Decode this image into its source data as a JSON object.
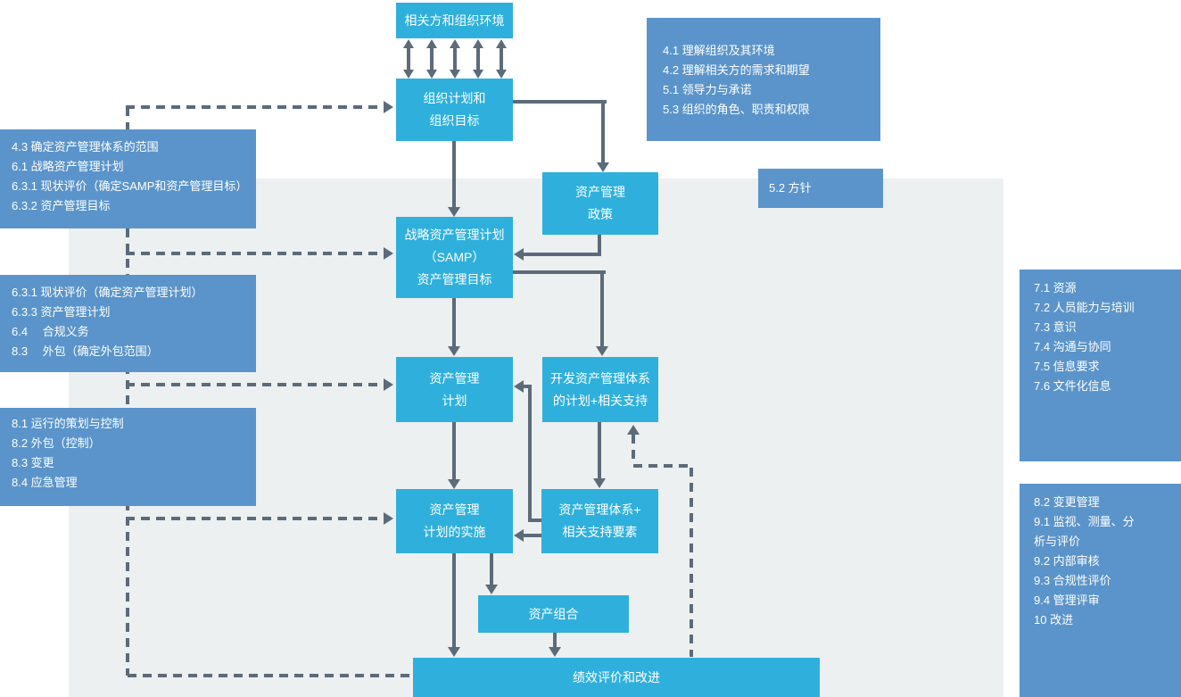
{
  "colors": {
    "page": "#ffffff",
    "panel": "#edf0f0",
    "node_cyan": "#2fb0dc",
    "annotation_blue": "#5b94ca",
    "line_slate": "#5c6b7a",
    "text": "#ffffff"
  },
  "nodes": {
    "stakeholders_env": {
      "lines": [
        "相关方和组织环境"
      ]
    },
    "org_plan": {
      "lines": [
        "组织计划和",
        "组织目标"
      ]
    },
    "am_policy": {
      "lines": [
        "资产管理",
        "政策"
      ]
    },
    "samp": {
      "lines": [
        "战略资产管理计划",
        "（SAMP）",
        "资产管理目标"
      ]
    },
    "am_plan": {
      "lines": [
        "资产管理",
        "计划"
      ]
    },
    "dev_ams": {
      "lines": [
        "开发资产管理体系",
        "的计划+相关支持"
      ]
    },
    "plan_impl": {
      "lines": [
        "资产管理",
        "计划的实施"
      ]
    },
    "ams_support": {
      "lines": [
        "资产管理体系+",
        "相关支持要素"
      ]
    },
    "asset_portfolio": {
      "lines": [
        "资产组合"
      ]
    },
    "perf_eval": {
      "lines": [
        "绩效评价和改进"
      ]
    }
  },
  "annotations": {
    "top_right": {
      "lines": [
        "4.1 理解组织及其环境",
        "4.2 理解相关方的需求和期望",
        "5.1 领导力与承诺",
        "5.3 组织的角色、职责和权限"
      ]
    },
    "policy_clause": {
      "lines": [
        "5.2 方针"
      ]
    },
    "left_scope": {
      "lines": [
        "4.3 确定资产管理体系的范围",
        "6.1 战略资产管理计划",
        "6.3.1 现状评价（确定SAMP和资产管理目标）",
        "6.3.2 资产管理目标"
      ]
    },
    "left_planning": {
      "lines": [
        "6.3.1 现状评价（确定资产管理计划）",
        "6.3.3 资产管理计划",
        "6.4　 合规义务",
        "8.3　 外包（确定外包范围）"
      ]
    },
    "left_operation": {
      "lines": [
        "8.1 运行的策划与控制",
        "8.2 外包（控制）",
        "8.3 变更",
        "8.4 应急管理"
      ]
    },
    "right_support": {
      "lines": [
        "7.1 资源",
        "7.2 人员能力与培训",
        "7.3 意识",
        "7.4 沟通与协同",
        "7.5 信息要求",
        "7.6 文件化信息"
      ]
    },
    "right_evaluation": {
      "lines": [
        "8.2 变更管理",
        "9.1 监视、测量、分\n析与评价",
        "9.2 内部审核",
        "9.3 合规性评价",
        "9.4 管理评审",
        "10 改进"
      ]
    }
  },
  "edges": [
    {
      "from": "stakeholders_env",
      "to": "org_plan",
      "style": "double-headed"
    },
    {
      "from": "org_plan",
      "to": "am_policy",
      "style": "solid"
    },
    {
      "from": "org_plan",
      "to": "samp",
      "style": "solid"
    },
    {
      "from": "am_policy",
      "to": "samp",
      "style": "solid"
    },
    {
      "from": "samp",
      "to": "am_plan",
      "style": "solid"
    },
    {
      "from": "samp",
      "to": "dev_ams",
      "style": "solid"
    },
    {
      "from": "am_plan",
      "to": "plan_impl",
      "style": "solid"
    },
    {
      "from": "dev_ams",
      "to": "ams_support",
      "style": "solid"
    },
    {
      "from": "ams_support",
      "to": "am_plan",
      "style": "solid"
    },
    {
      "from": "ams_support",
      "to": "plan_impl",
      "style": "solid"
    },
    {
      "from": "plan_impl",
      "to": "asset_portfolio",
      "style": "solid"
    },
    {
      "from": "plan_impl",
      "to": "perf_eval",
      "style": "solid"
    },
    {
      "from": "asset_portfolio",
      "to": "perf_eval",
      "style": "solid"
    },
    {
      "from": "perf_eval",
      "to": "org_plan",
      "style": "dashed"
    },
    {
      "from": "perf_eval",
      "to": "samp",
      "style": "dashed"
    },
    {
      "from": "perf_eval",
      "to": "am_plan",
      "style": "dashed"
    },
    {
      "from": "perf_eval",
      "to": "plan_impl",
      "style": "dashed"
    },
    {
      "from": "perf_eval",
      "to": "dev_ams",
      "style": "dashed"
    }
  ]
}
